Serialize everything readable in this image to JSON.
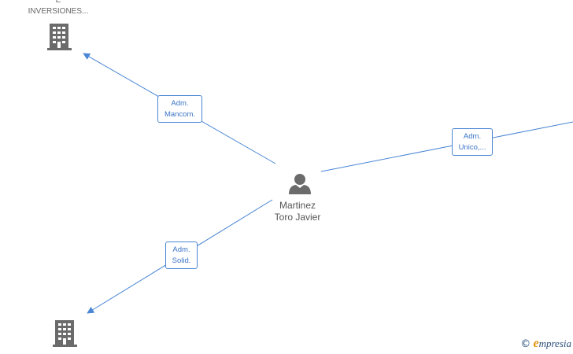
{
  "nodes": {
    "company_top": {
      "label_line1": "E",
      "label_line2": "INVERSIONES...",
      "icon": "building-icon"
    },
    "company_bottom": {
      "icon": "building-icon"
    },
    "person": {
      "label_line1": "Martinez",
      "label_line2": "Toro Javier",
      "icon": "person-icon"
    }
  },
  "edges": [
    {
      "id": "to-top-company",
      "line1": "Adm.",
      "line2": "Mancom."
    },
    {
      "id": "to-right",
      "line1": "Adm.",
      "line2": "Unico,..."
    },
    {
      "id": "to-bottom-company",
      "line1": "Adm.",
      "line2": "Solid."
    }
  ],
  "colors": {
    "edge": "#4a86d4",
    "icon": "#6b6b6b",
    "brand_orange": "#e8920c"
  },
  "watermark": {
    "copyright": "©",
    "brand_initial": "e",
    "brand_rest": "mpresia"
  }
}
